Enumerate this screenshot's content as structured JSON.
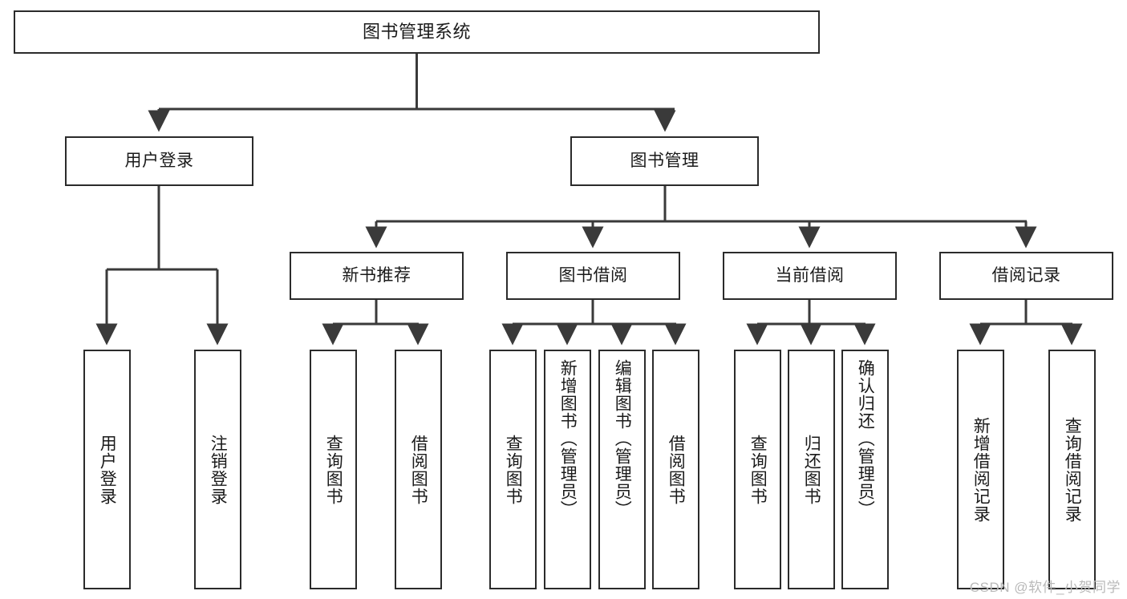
{
  "diagram": {
    "title": "图书管理系统",
    "watermark": "CSDN @软件_小贺同学",
    "line_color": "#3a3a3a",
    "box_border_color": "#2b2b2b",
    "background_color": "#ffffff",
    "text_color": "#1a1a1a"
  },
  "nodes": {
    "root": {
      "label": "图书管理系统"
    },
    "level2": [
      {
        "label": "用户登录"
      },
      {
        "label": "图书管理"
      }
    ],
    "level3": [
      {
        "label": "新书推荐"
      },
      {
        "label": "图书借阅"
      },
      {
        "label": "当前借阅"
      },
      {
        "label": "借阅记录"
      }
    ],
    "leaves": {
      "user_login": [
        {
          "label": "用户登录"
        },
        {
          "label": "注销登录"
        }
      ],
      "new_book_recommend": [
        {
          "label": "查询图书"
        },
        {
          "label": "借阅图书"
        }
      ],
      "book_borrow": [
        {
          "label": "查询图书"
        },
        {
          "label": "新增图书（管理员）"
        },
        {
          "label": "编辑图书（管理员）"
        },
        {
          "label": "借阅图书"
        }
      ],
      "current_borrow": [
        {
          "label": "查询图书"
        },
        {
          "label": "归还图书"
        },
        {
          "label": "确认归还（管理员）"
        }
      ],
      "borrow_record": [
        {
          "label": "新增借阅记录"
        },
        {
          "label": "查询借阅记录"
        }
      ]
    }
  }
}
